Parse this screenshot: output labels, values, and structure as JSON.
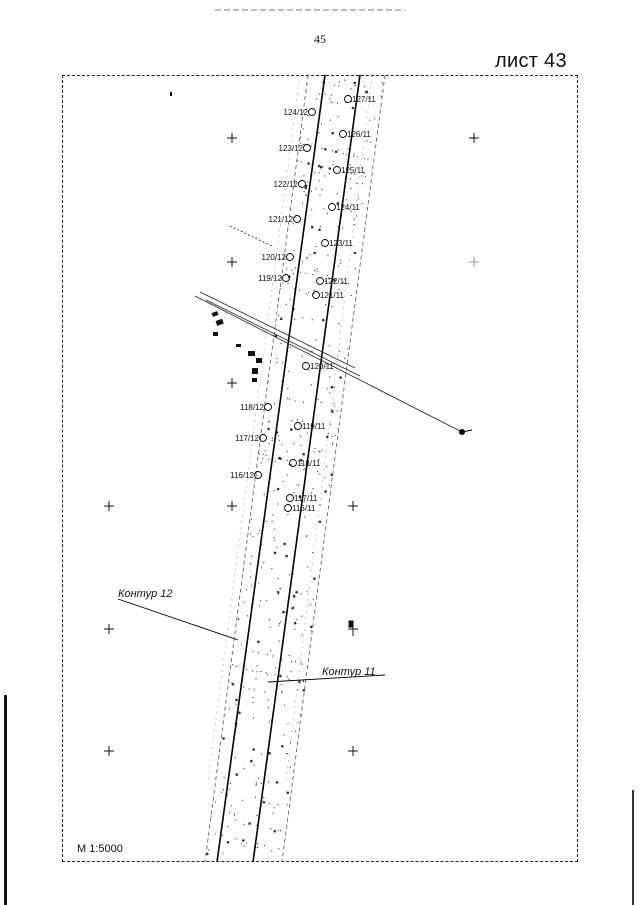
{
  "page": {
    "page_number": "45",
    "sheet_label": "лист 43"
  },
  "map": {
    "scale": "М 1:5000",
    "contours": {
      "c12": "Контур 12",
      "c11": "Контур 11"
    },
    "points_contour_12": [
      "124/12",
      "123/12",
      "122/12",
      "121/12",
      "120/12",
      "119/12",
      "118/12",
      "117/12",
      "116/12"
    ],
    "points_contour_11": [
      "127/11",
      "126/11",
      "125/11",
      "124/11",
      "123/11",
      "122/11",
      "121/11",
      "120/11",
      "119/11",
      "118/11",
      "117/11",
      "116/11"
    ]
  }
}
